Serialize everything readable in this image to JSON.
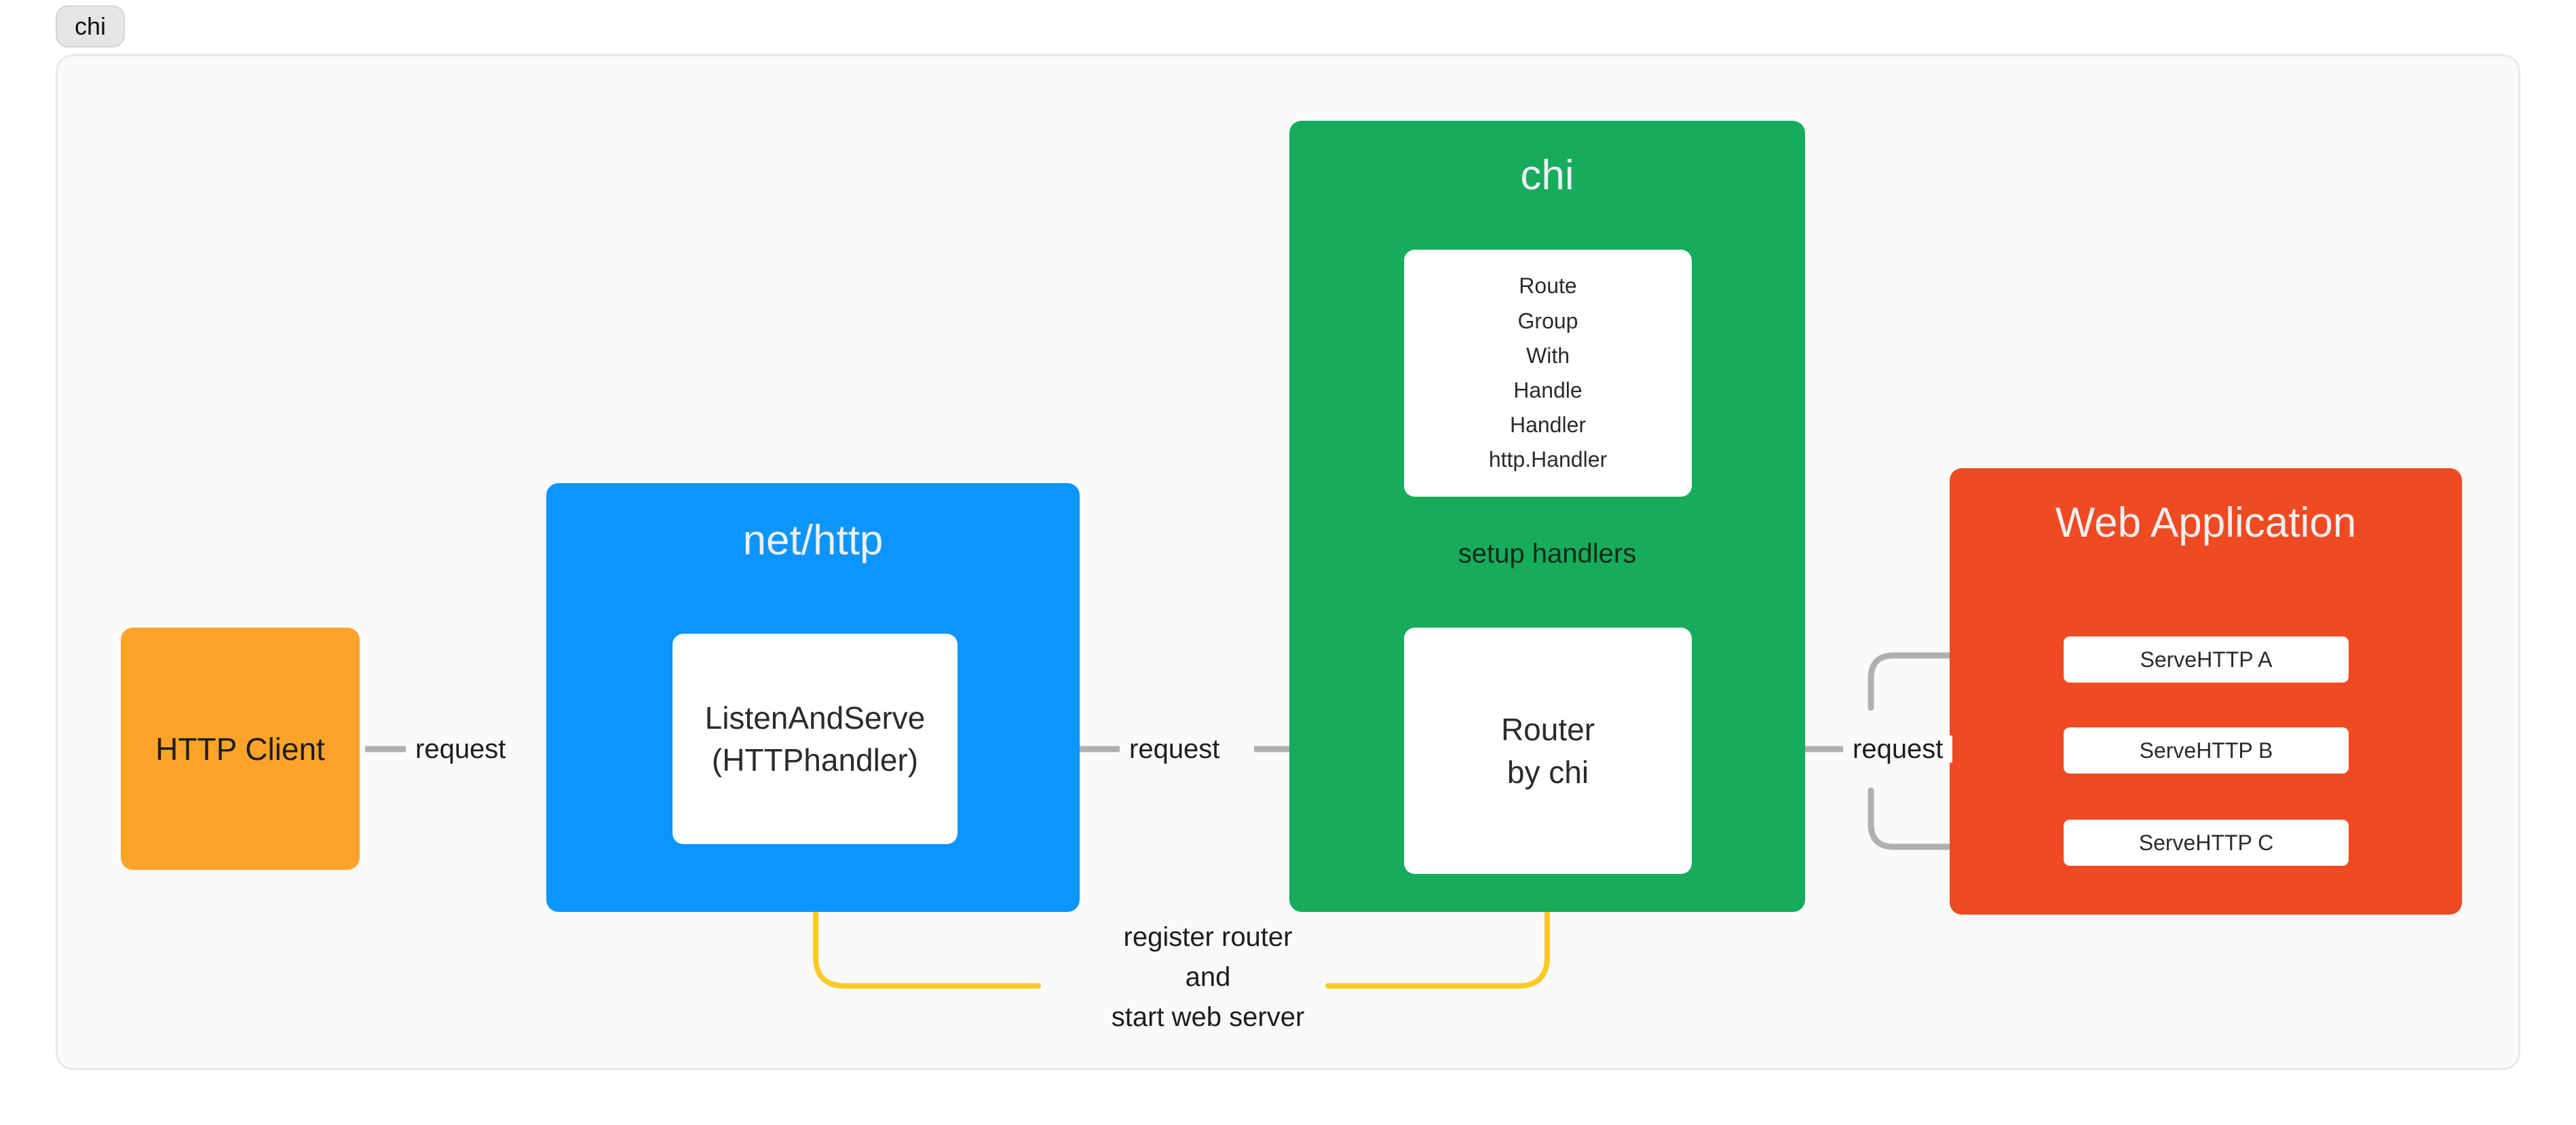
{
  "tab": {
    "label": "chi"
  },
  "palette": {
    "page_background": "#ffffff",
    "canvas_background": "#fafafa",
    "canvas_border": "#e8e8e8",
    "orange": "#fca42a",
    "blue": "#0c95fc",
    "green": "#16ac5b",
    "red": "#f04a23",
    "yellow_arrow": "#fcc927",
    "gray_arrow": "#b0b0b0",
    "card_white": "#ffffff",
    "dark_text": "#1d1d1d",
    "title_text": "#eceff1"
  },
  "nodes": {
    "http_client": {
      "title": "HTTP Client"
    },
    "nethttp": {
      "title": "net/http",
      "inner": {
        "line1": "ListenAndServe",
        "line2": "(HTTPhandler)"
      }
    },
    "chi": {
      "title": "chi",
      "api_list": [
        "Route",
        "Group",
        "With",
        "Handle",
        "Handler",
        "http.Handler"
      ],
      "router": {
        "line1": "Router",
        "line2": "by chi"
      }
    },
    "web_application": {
      "title": "Web Application",
      "handlers": [
        "ServeHTTP A",
        "ServeHTTP B",
        "ServeHTTP C"
      ]
    }
  },
  "edges": {
    "request_client_to_nethttp": "request",
    "request_nethttp_to_chi": "request",
    "request_chi_to_webapp": "request",
    "setup_handlers": "setup handlers",
    "register_router": {
      "line1": "register router",
      "line2": "and",
      "line3": "start web server"
    }
  },
  "icons": {
    "arrow_right": "arrow-right-icon",
    "arrow_down": "arrow-down-icon",
    "arrow_up": "arrow-up-icon"
  }
}
